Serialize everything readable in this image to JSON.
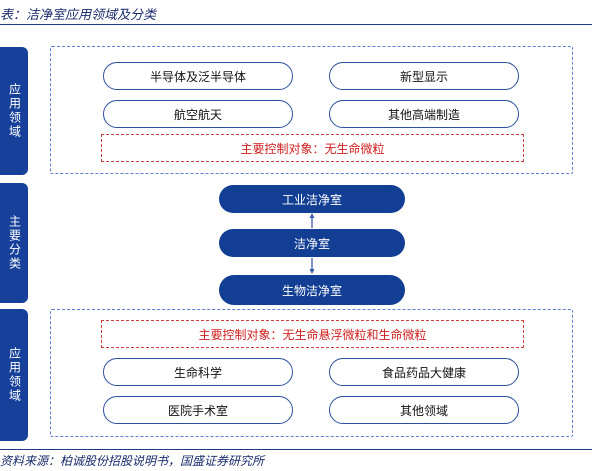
{
  "title": "表：洁净室应用领域及分类",
  "source": "资料来源：柏诚股份招股说明书，国盛证券研究所",
  "side_labels": {
    "top": "应用领域",
    "middle": "主要分类",
    "bottom": "应用领域"
  },
  "top_section": {
    "items": [
      "半导体及泛半导体",
      "新型显示",
      "航空航天",
      "其他高端制造"
    ],
    "control": "主要控制对象：无生命微粒"
  },
  "center": {
    "items": [
      "工业洁净室",
      "洁净室",
      "生物洁净室"
    ]
  },
  "bottom_section": {
    "control": "主要控制对象：无生命悬浮微粒和生命微粒",
    "items": [
      "生命科学",
      "食品药品大健康",
      "医院手术室",
      "其他领域"
    ]
  },
  "colors": {
    "navy": "#123f94",
    "red": "#d11f1f",
    "dashed_blue": "#5b7fd4"
  }
}
